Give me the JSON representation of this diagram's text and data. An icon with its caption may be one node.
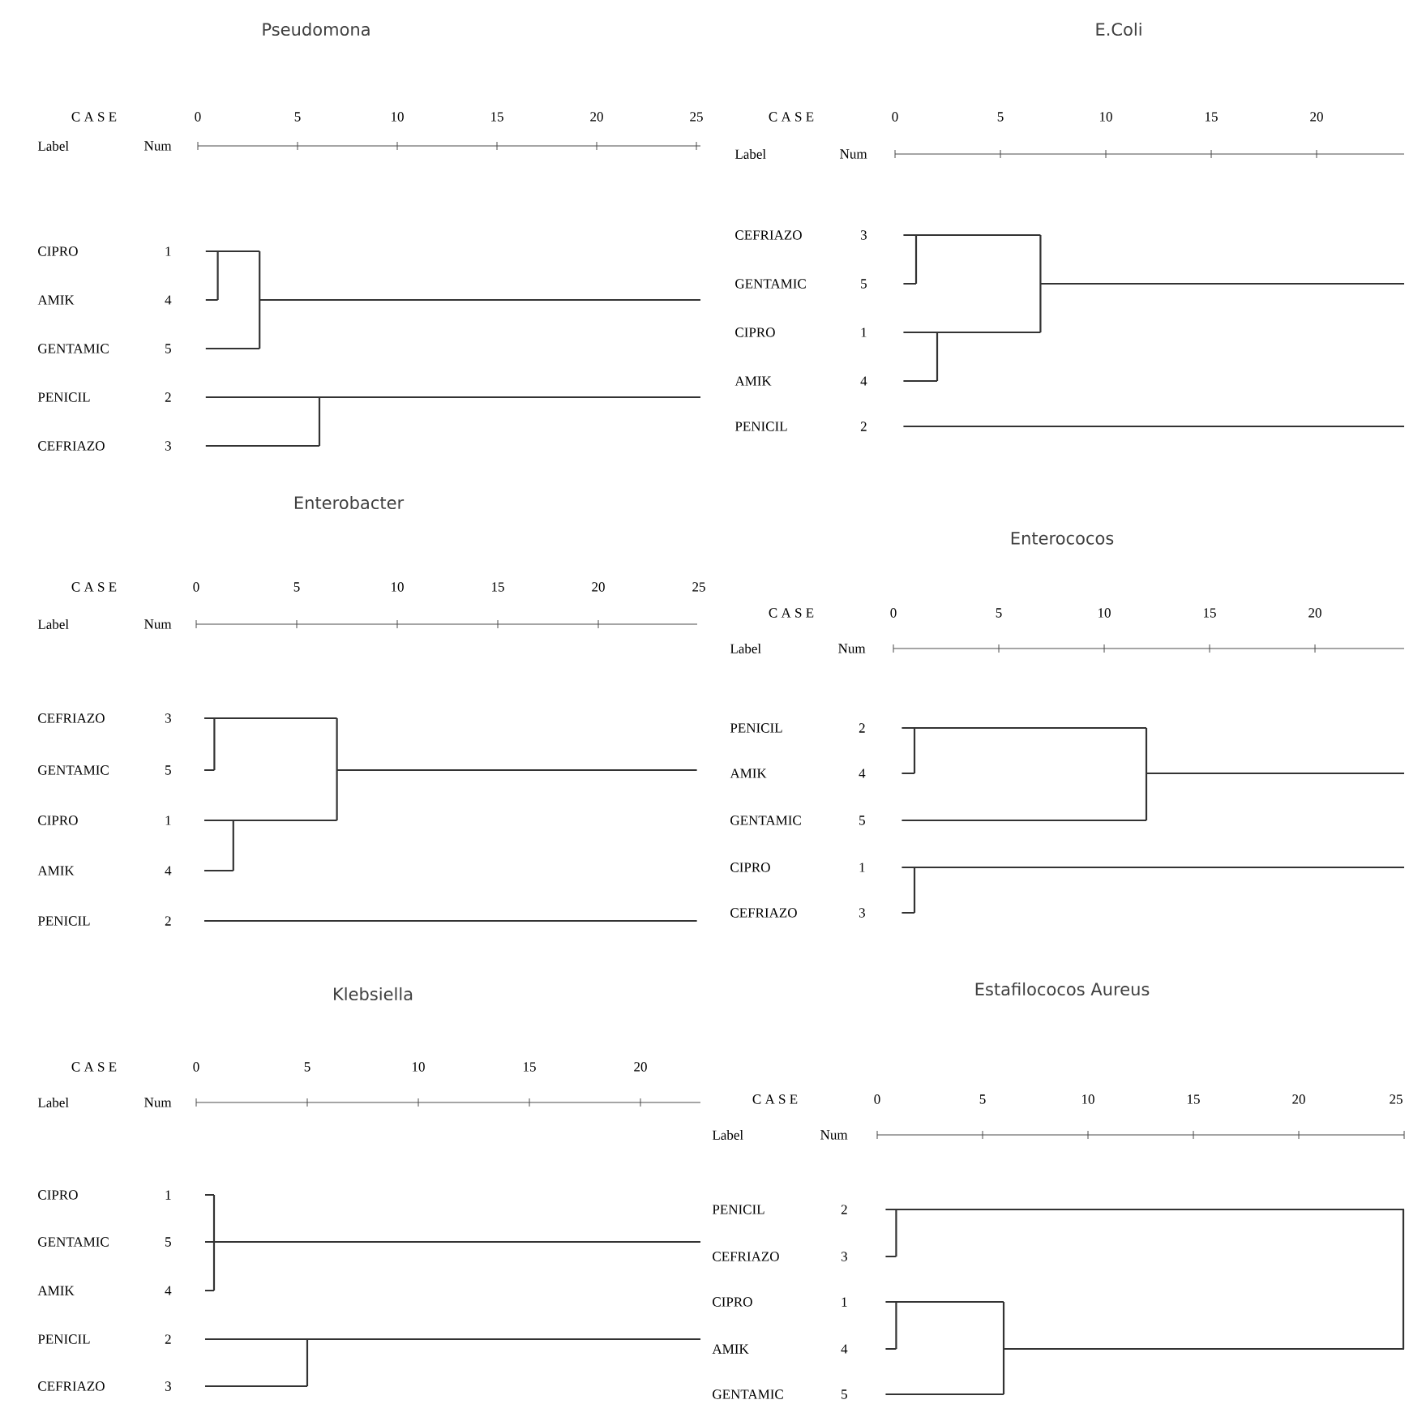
{
  "diagram": {
    "labels": [
      "Pseudomona",
      "C A S E",
      "0",
      "5",
      "10",
      "15",
      "20",
      "25",
      "Label",
      "Num",
      "CIPRO",
      "1",
      "AMIK",
      "4",
      "GENTAMIC",
      "5",
      "PENICIL",
      "2",
      "CEFRIAZO",
      "3",
      "E.Coli",
      "C A S E",
      "0",
      "5",
      "10",
      "15",
      "20",
      "Label",
      "Num",
      "CEFRIAZO",
      "3",
      "GENTAMIC",
      "5",
      "CIPRO",
      "1",
      "AMIK",
      "4",
      "PENICIL",
      "2",
      "Enterobacter",
      "C A S E",
      "0",
      "5",
      "10",
      "15",
      "20",
      "25",
      "Label",
      "Num",
      "CEFRIAZO",
      "3",
      "GENTAMIC",
      "5",
      "CIPRO",
      "1",
      "AMIK",
      "4",
      "PENICIL",
      "2",
      "Enterococos",
      "C A S E",
      "0",
      "5",
      "10",
      "15",
      "20",
      "Label",
      "Num",
      "PENICIL",
      "2",
      "AMIK",
      "4",
      "GENTAMIC",
      "5",
      "CIPRO",
      "1",
      "CEFRIAZO",
      "3",
      "Klebsiella",
      "C A S E",
      "0",
      "5",
      "10",
      "15",
      "20",
      "Label",
      "Num",
      "CIPRO",
      "1",
      "GENTAMIC",
      "5",
      "AMIK",
      "4",
      "PENICIL",
      "2",
      "CEFRIAZO",
      "3",
      "Estafilococos Aureus",
      "C A S E",
      "0",
      "5",
      "10",
      "15",
      "20",
      "25",
      "Label",
      "Num",
      "PENICIL",
      "2",
      "CEFRIAZO",
      "3",
      "CIPRO",
      "1",
      "AMIK",
      "4",
      "GENTAMIC",
      "5"
    ]
  }
}
